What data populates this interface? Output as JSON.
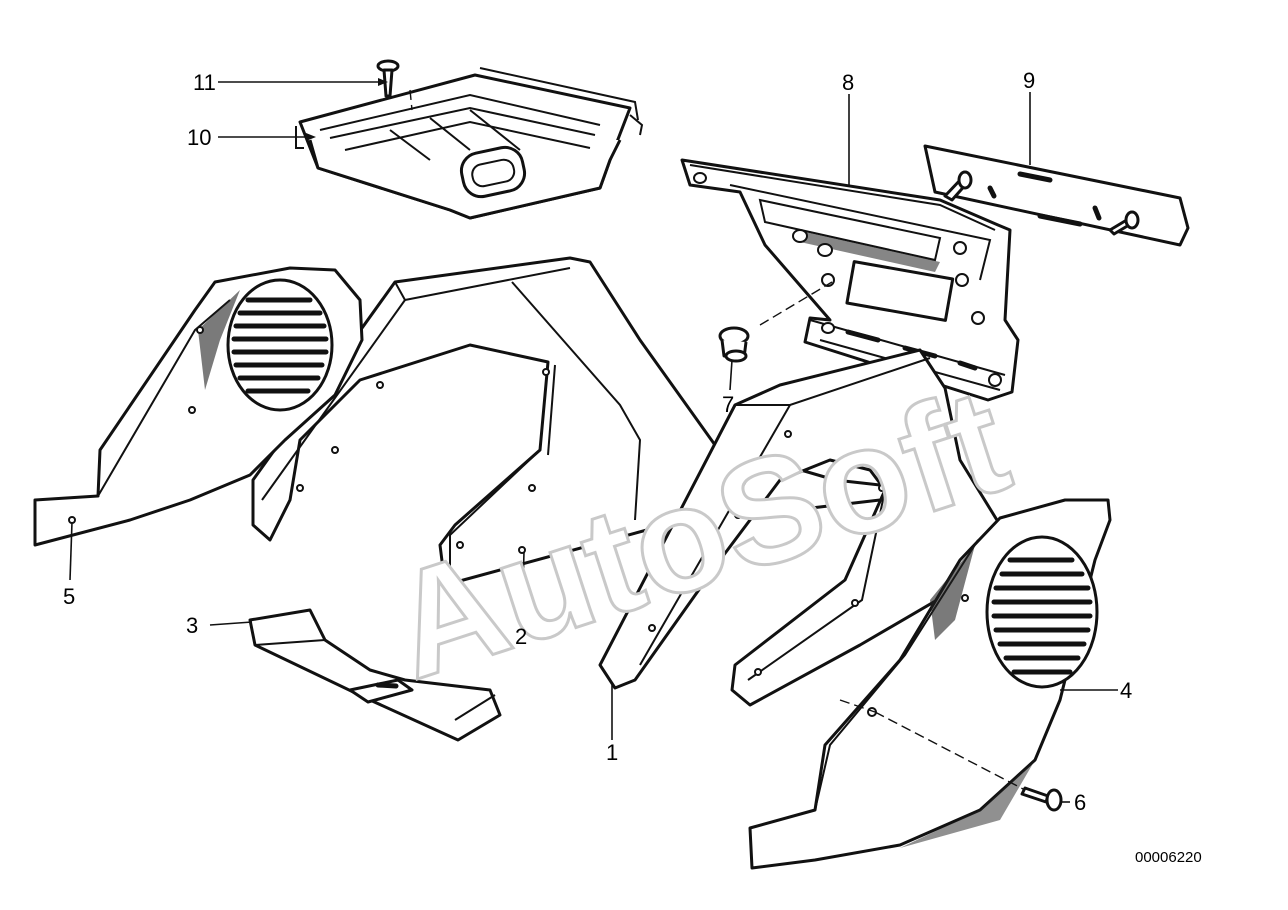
{
  "callouts": [
    {
      "id": "1",
      "label": "1"
    },
    {
      "id": "2",
      "label": "2"
    },
    {
      "id": "3",
      "label": "3"
    },
    {
      "id": "4",
      "label": "4"
    },
    {
      "id": "5",
      "label": "5"
    },
    {
      "id": "6",
      "label": "6"
    },
    {
      "id": "7",
      "label": "7"
    },
    {
      "id": "8",
      "label": "8"
    },
    {
      "id": "9",
      "label": "9"
    },
    {
      "id": "10",
      "label": "10"
    },
    {
      "id": "11",
      "label": "11"
    }
  ],
  "drawing_code": "00006220",
  "watermark": "AutoSoft"
}
